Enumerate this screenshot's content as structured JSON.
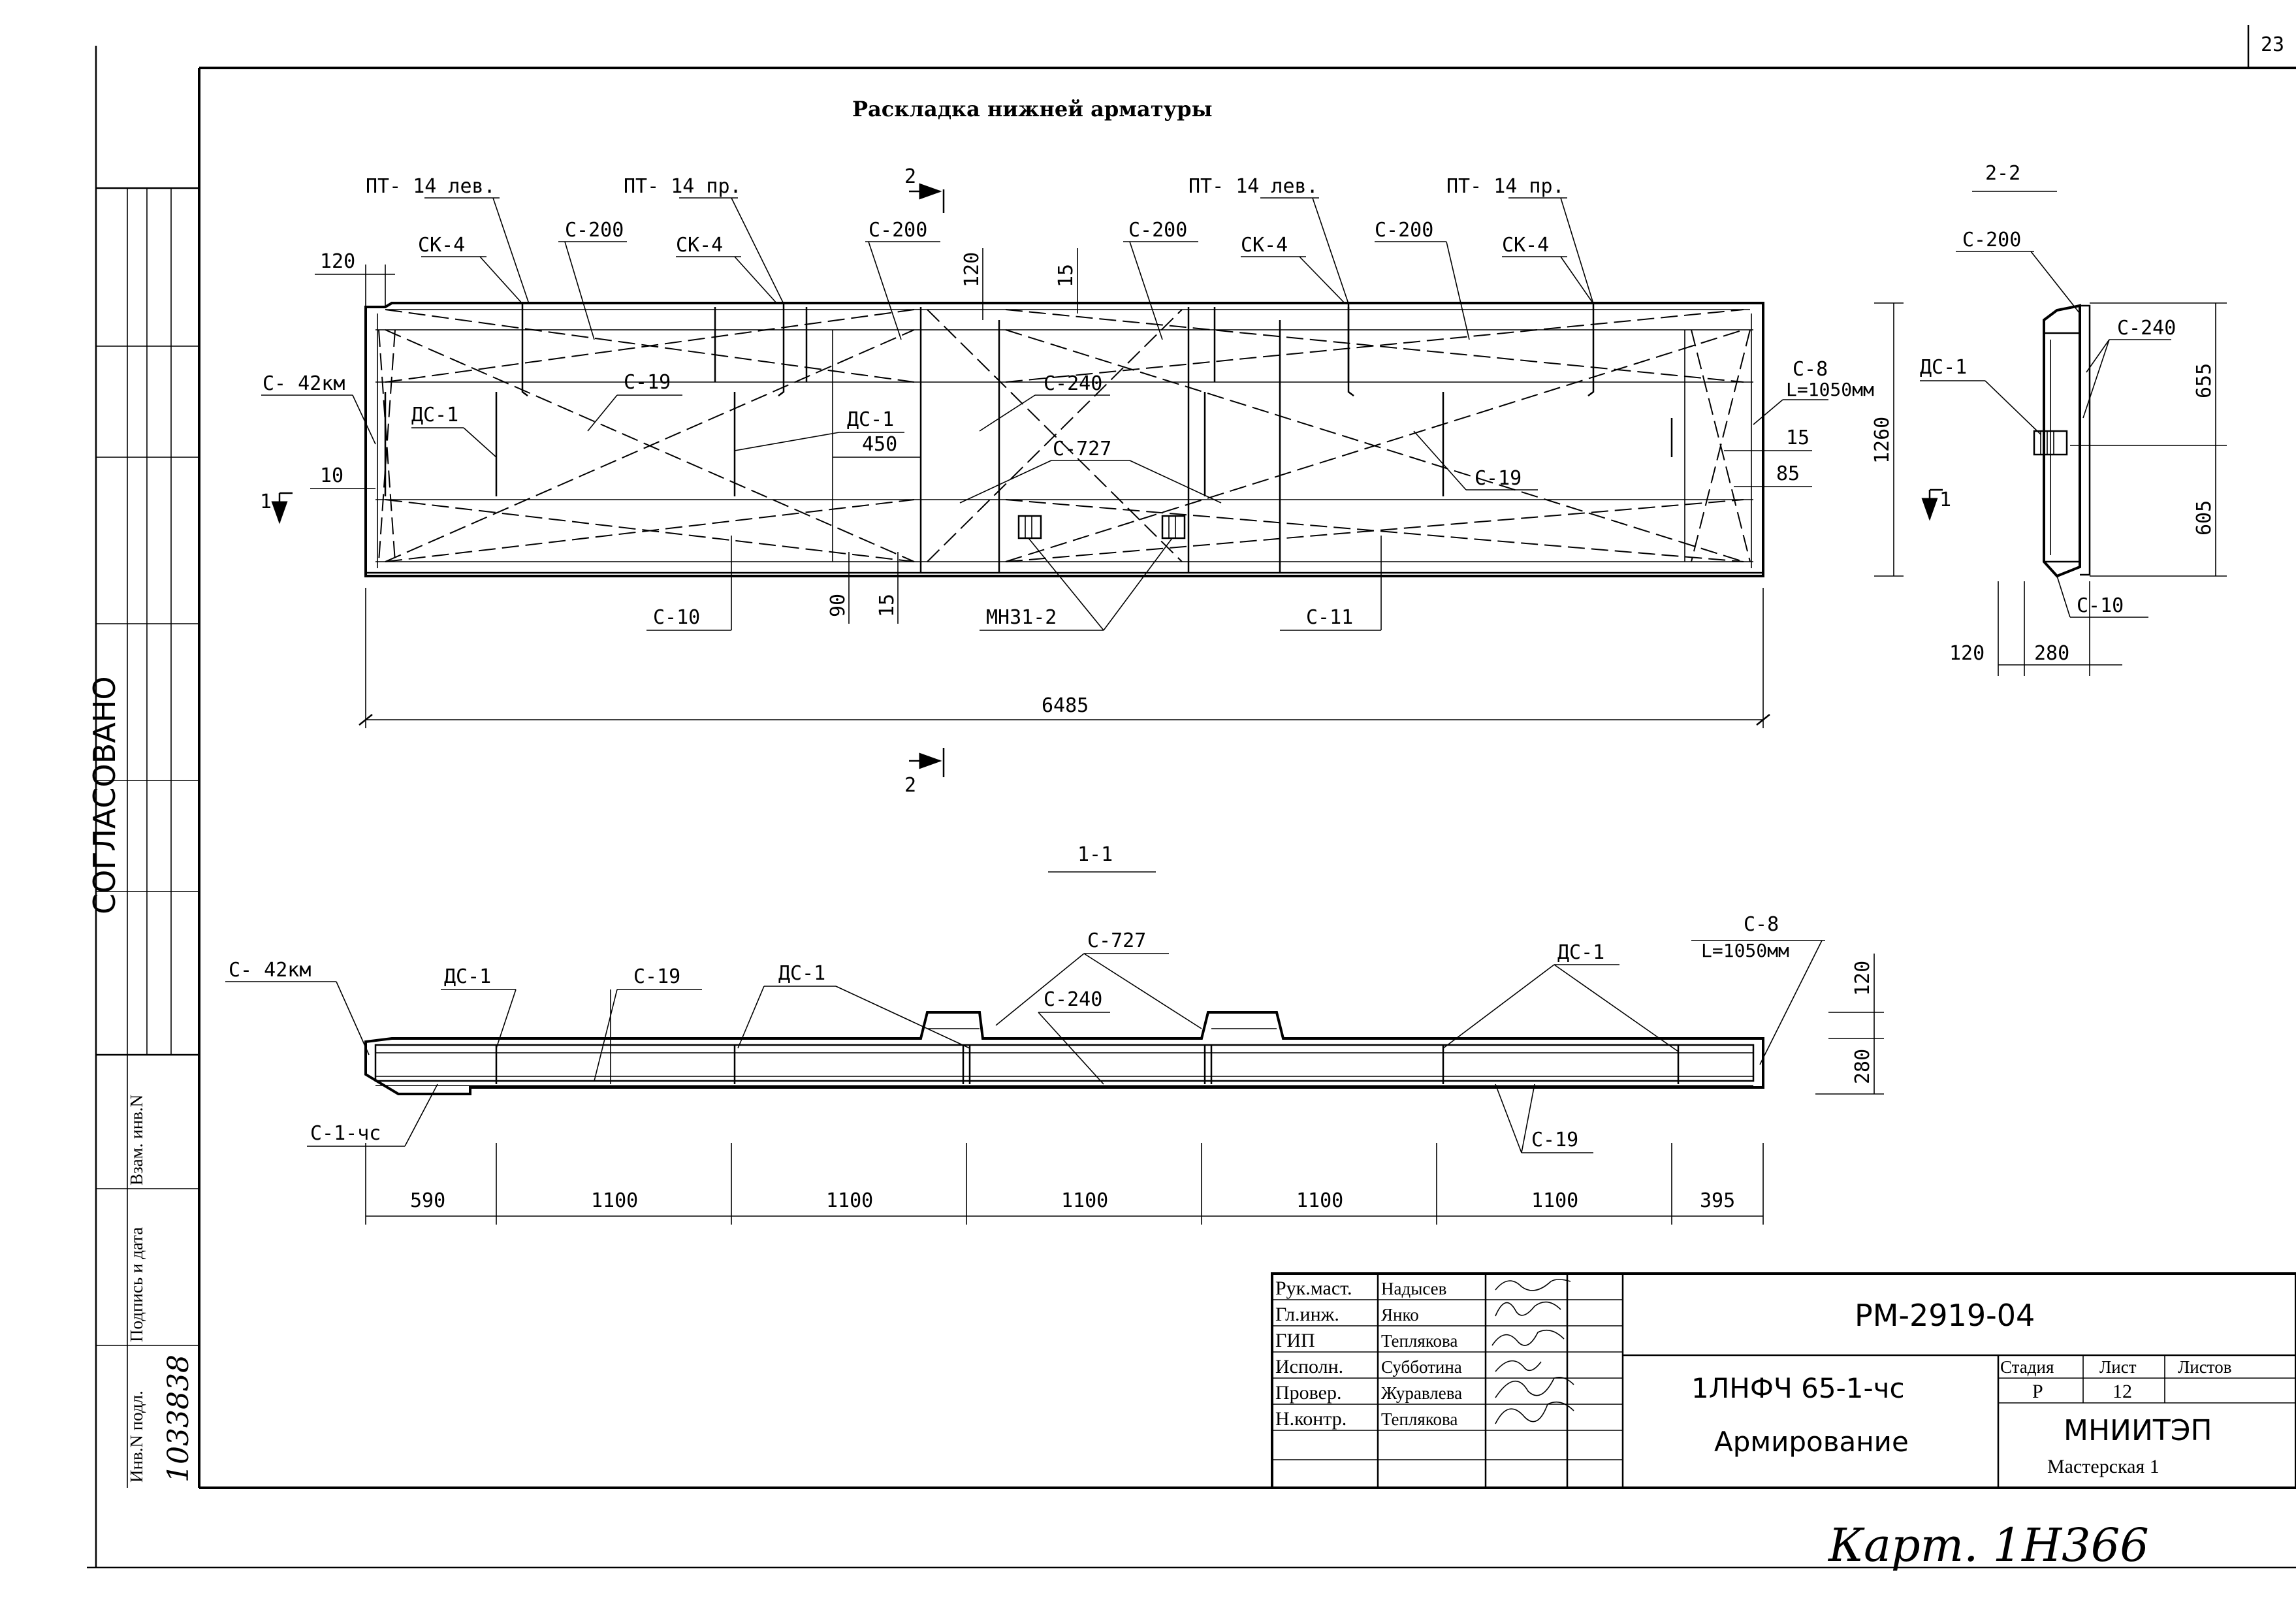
{
  "sheet": {
    "page_number_fragment": "23"
  },
  "left_strip": {
    "approved": "СОГЛАСОВАНО",
    "inv_label": "Инв.N подл.",
    "sign_label": "Подпись и дата",
    "replace_label": "Взам. инв.N",
    "inv_number": "1033838"
  },
  "plan": {
    "title": "Раскладка нижней арматуры",
    "section_2_top": "2",
    "section_2_bottom": "2",
    "section_1": "1",
    "labels": {
      "pt14_left_1": "ПТ- 14 лев.",
      "pt14_right_1": "ПТ- 14 пр.",
      "pt14_left_2": "ПТ- 14 лев.",
      "pt14_right_2": "ПТ- 14 пр.",
      "ck4_1": "СК-4",
      "ck4_2": "СК-4",
      "ck4_3": "СК-4",
      "ck4_4": "СК-4",
      "c200_1": "С-200",
      "c200_2": "С-200",
      "c200_3": "С-200",
      "c200_4": "С-200",
      "c42km": "С- 42км",
      "dc1_1": "ДС-1",
      "dc1_2": "ДС-1",
      "c19_1": "С-19",
      "c19_2": "С-19",
      "c240": "С-240",
      "c727": "С-727",
      "c8": "С-8",
      "c8_len": "L=1050мм",
      "c10": "С-10",
      "c11": "С-11",
      "mn31": "МН31-2"
    },
    "dims": {
      "d120_left": "120",
      "d120_top": "120",
      "d15_top": "15",
      "d10": "10",
      "d450": "450",
      "d90": "90",
      "d15_bottom": "15",
      "d15_right": "15",
      "d85": "85",
      "d1260": "1260",
      "d6485": "6485"
    }
  },
  "section_1_1": {
    "title": "1-1",
    "labels": {
      "c42km": "С- 42км",
      "dc1_a": "ДС-1",
      "c19_a": "С-19",
      "dc1_b": "ДС-1",
      "c727": "С-727",
      "c240": "С-240",
      "dc1_c": "ДС-1",
      "c8": "С-8",
      "c8_len": "L=1050мм",
      "c1chs": "С-1-чс",
      "c19_b": "С-19"
    },
    "dims": {
      "d120": "120",
      "d280": "280",
      "spans": [
        "590",
        "1100",
        "1100",
        "1100",
        "1100",
        "1100",
        "395"
      ]
    }
  },
  "section_2_2": {
    "title": "2-2",
    "labels": {
      "c200": "С-200",
      "c240": "С-240",
      "dc1": "ДС-1",
      "c10": "С-10",
      "arrow_1": "1"
    },
    "dims": {
      "d655": "655",
      "d605": "605",
      "d120": "120",
      "d280": "280"
    }
  },
  "title_block": {
    "roles": [
      "Рук.маст.",
      "Гл.инж.",
      "ГИП",
      "Исполн.",
      "Провер.",
      "Н.контр."
    ],
    "names": [
      "Надысев",
      "Янко",
      "Теплякова",
      "Субботина",
      "Журавлева",
      "Теплякова"
    ],
    "code": "РМ-2919-04",
    "product": "1ЛНФЧ 65-1-чс",
    "subject": "Армирование",
    "stage_label": "Стадия",
    "sheet_label": "Лист",
    "sheets_label": "Листов",
    "stage": "Р",
    "sheet": "12",
    "sheets": "",
    "org": "МНИИТЭП",
    "workshop": "Мастерская 1"
  },
  "card_note": "Карт. 1Н366"
}
